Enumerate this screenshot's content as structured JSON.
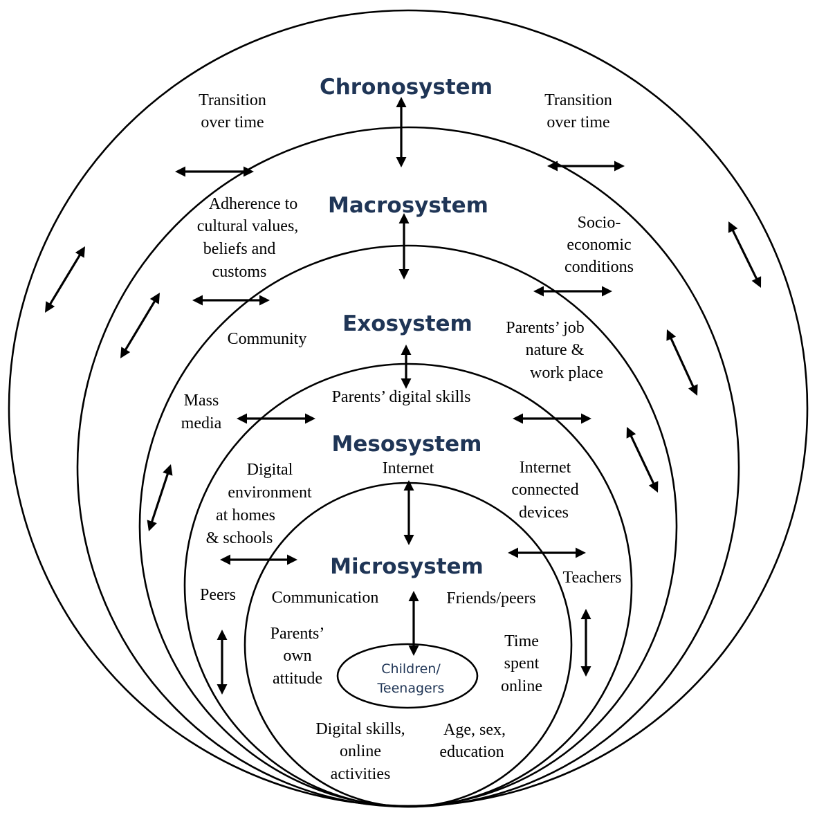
{
  "systems": {
    "chrono": "Chronosystem",
    "macro": "Macrosystem",
    "exo": "Exosystem",
    "meso": "Mesosystem",
    "micro": "Microsystem"
  },
  "center": {
    "line1": "Children/",
    "line2": "Teenagers"
  },
  "chrono": {
    "left": [
      "Transition",
      "over time"
    ],
    "right": [
      "Transition",
      "over time"
    ]
  },
  "macro": {
    "left": [
      "Adherence to",
      "cultural values,",
      "beliefs and",
      "customs"
    ],
    "right": [
      "Socio-",
      "economic",
      "conditions"
    ]
  },
  "exo": {
    "community": "Community",
    "parents_job": [
      "Parents’ job",
      "nature &",
      "work place"
    ],
    "mass_media": [
      "Mass",
      "media"
    ],
    "parents_digital_skills": "Parents’ digital skills"
  },
  "meso": {
    "internet": "Internet",
    "digital_env": [
      "Digital",
      "environment",
      "at homes",
      "& schools"
    ],
    "internet_devices": [
      "Internet",
      "connected",
      "devices"
    ],
    "peers": "Peers",
    "teachers": "Teachers"
  },
  "micro": {
    "communication": "Communication",
    "friends": "Friends/peers",
    "parents_attitude": [
      "Parents’",
      "own",
      "attitude"
    ],
    "time_online": [
      "Time",
      "spent",
      "online"
    ],
    "digital_skills": [
      "Digital skills,",
      "online",
      "activities"
    ],
    "age_sex": [
      "Age, sex,",
      "education"
    ]
  }
}
